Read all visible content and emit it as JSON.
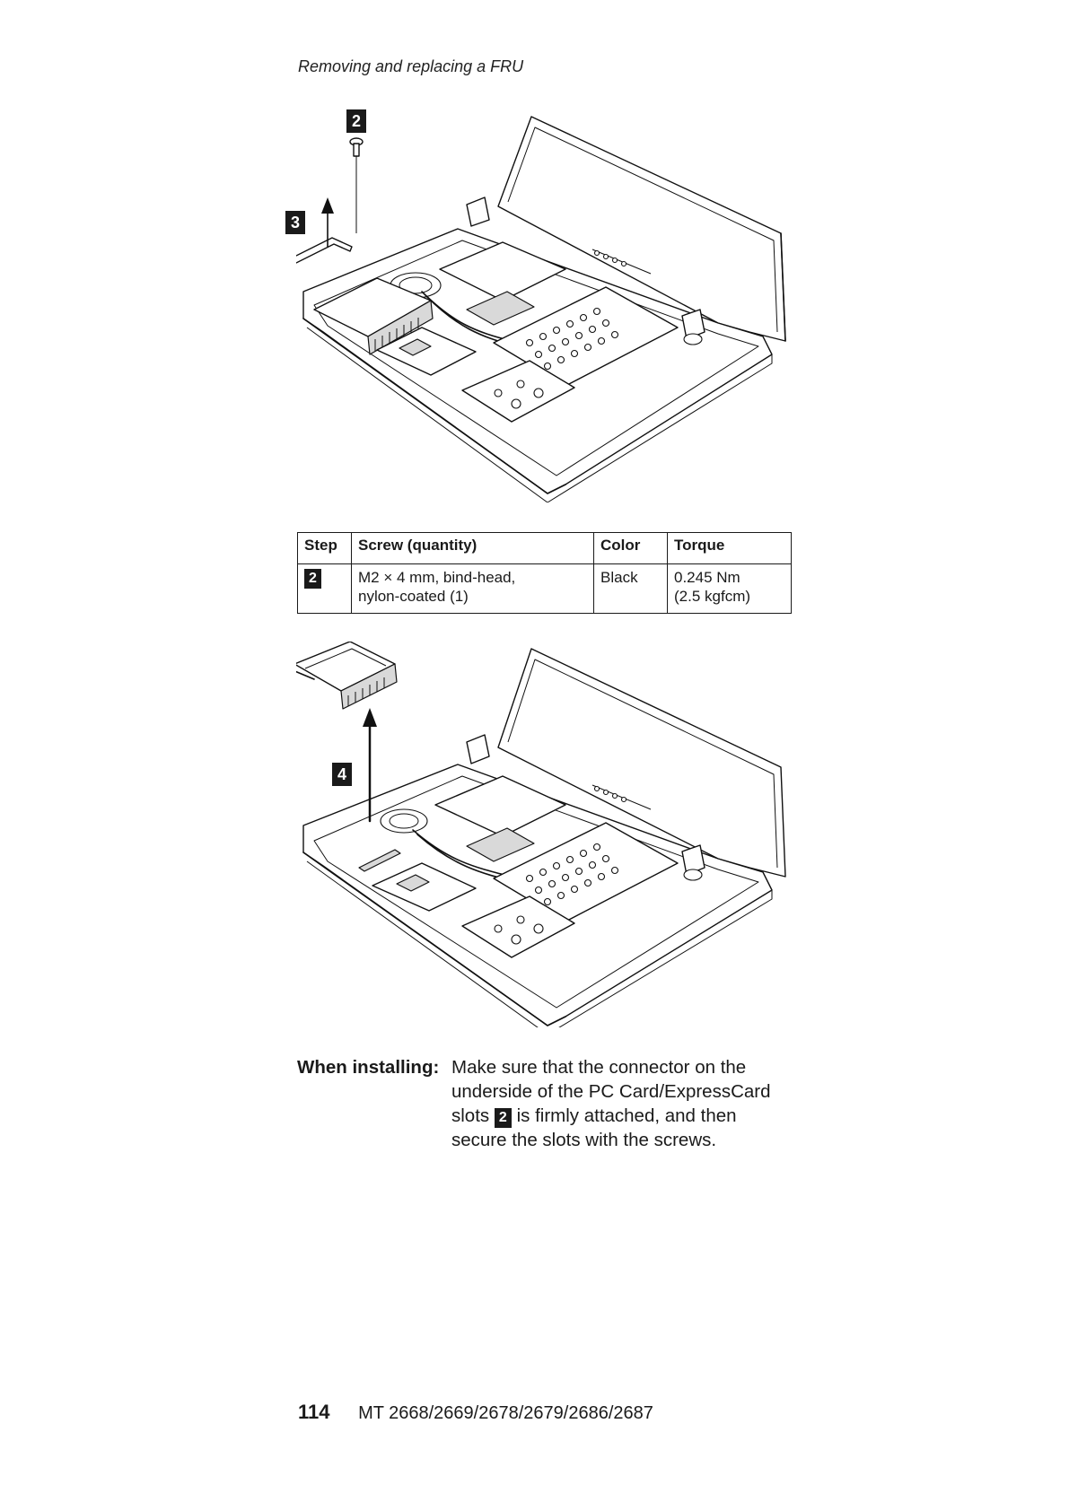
{
  "header": {
    "running_title": "Removing and replacing a FRU"
  },
  "figure1": {
    "callouts": [
      "2",
      "3"
    ]
  },
  "table": {
    "headers": [
      "Step",
      "Screw (quantity)",
      "Color",
      "Torque"
    ],
    "rows": [
      {
        "step": "2",
        "screw_line1": "M2 × 4 mm, bind-head,",
        "screw_line2": "nylon-coated (1)",
        "color": "Black",
        "torque_line1": "0.245 Nm",
        "torque_line2": "(2.5 kgfcm)"
      }
    ]
  },
  "figure2": {
    "callouts": [
      "4"
    ]
  },
  "installing": {
    "label": "When installing:",
    "text_before": "Make sure that the connector on the underside of the PC Card/ExpressCard slots",
    "callout": "2",
    "text_after": "is firmly attached, and then secure the slots with the screws."
  },
  "footer": {
    "page_number": "114",
    "model": "MT 2668/2669/2678/2679/2686/2687"
  }
}
